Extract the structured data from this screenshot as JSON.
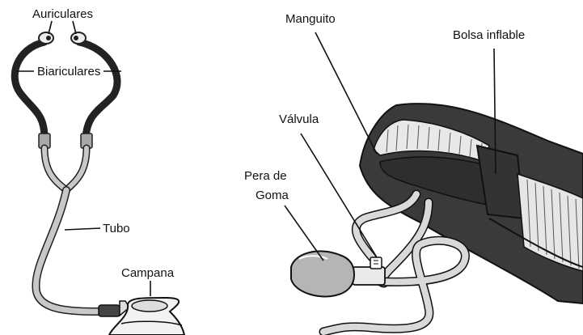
{
  "labels": {
    "auriculares": "Auriculares",
    "biauriculares": "Biariculares",
    "tubo": "Tubo",
    "campana": "Campana",
    "manguito": "Manguito",
    "bolsa_inflable": "Bolsa inflable",
    "valvula": "Válvula",
    "pera_line1": "Pera de",
    "pera_line2": "Goma"
  },
  "colors": {
    "tube_gray": "#bdbdbd",
    "binaural_dark": "#2b2b2b",
    "cuff_dark": "#3a3a3a",
    "bladder_light": "#e6e6e6",
    "bulb_gray": "#b8b8b8"
  }
}
